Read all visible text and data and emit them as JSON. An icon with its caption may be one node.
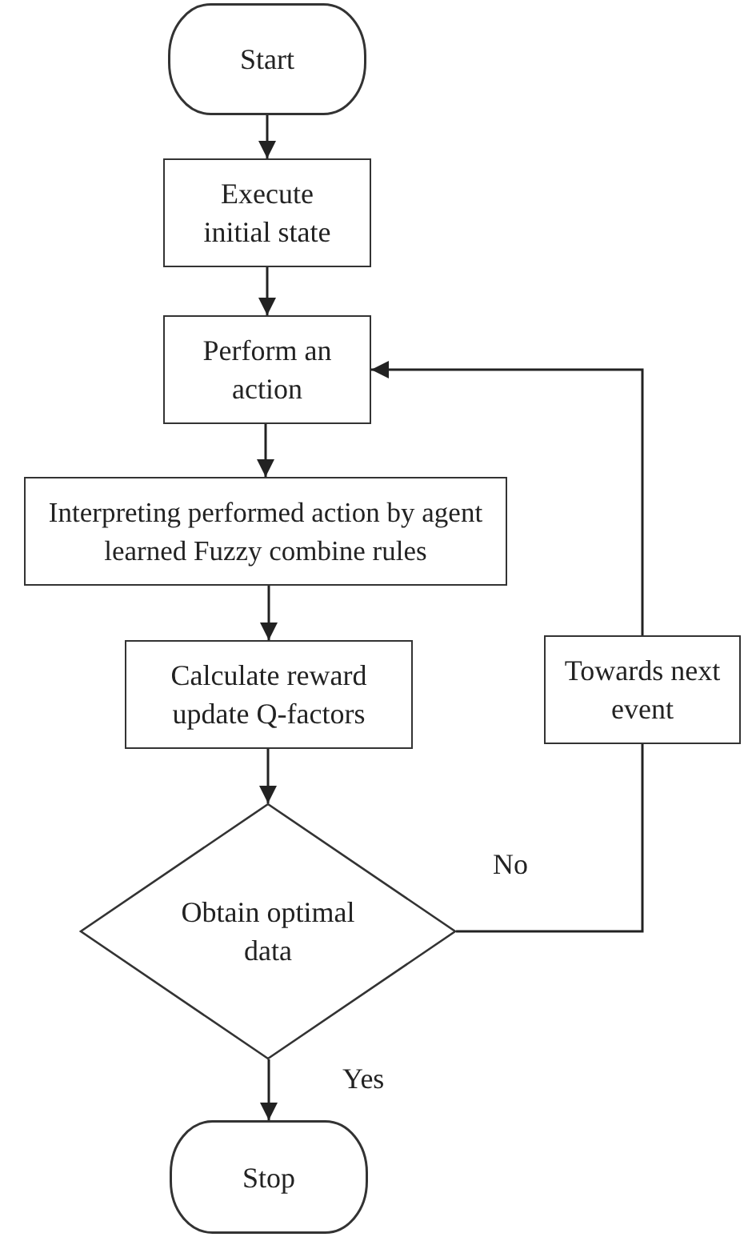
{
  "diagram": {
    "nodes": [
      {
        "text": [
          "Start"
        ]
      },
      {
        "text": [
          "Execute initial state"
        ]
      },
      {
        "text": [
          "Perform an action"
        ]
      },
      {
        "text": [
          "Interpreting performed action by agent learned Fuzzy combine rules"
        ]
      },
      {
        "text": [
          "Calculate reward update Q-factors"
        ]
      },
      {
        "text": [
          "Obtain optimal data"
        ]
      },
      {
        "text": [
          "Stop"
        ]
      },
      {
        "text": [
          "Towards next event"
        ]
      }
    ],
    "edges": [
      {
        "from": 0,
        "to": 1,
        "arrow": "to"
      },
      {
        "from": 1,
        "to": 2,
        "arrow": "to"
      },
      {
        "from": 2,
        "to": 3,
        "arrow": "to"
      },
      {
        "from": 3,
        "to": 4,
        "arrow": "to"
      },
      {
        "from": 4,
        "to": 5,
        "arrow": "to"
      },
      {
        "from": 5,
        "to": 6,
        "label": "Yes",
        "arrow": "to"
      },
      {
        "from": 5,
        "to": 7,
        "label": "No",
        "arrow": "none"
      },
      {
        "from": 7,
        "to": 2,
        "arrow": "to"
      }
    ]
  }
}
